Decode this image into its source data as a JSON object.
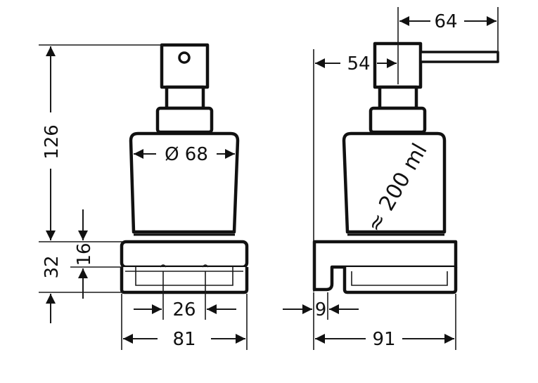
{
  "front_view": {
    "height_total": "126",
    "diameter": "Ø 68",
    "base_height": "32",
    "tray_height": "16",
    "tray_inner": "26",
    "width": "81"
  },
  "side_view": {
    "pump_reach": "64",
    "wall_offset": "54",
    "capacity": "≈ 200 ml",
    "wall_gap": "9",
    "depth": "91"
  }
}
